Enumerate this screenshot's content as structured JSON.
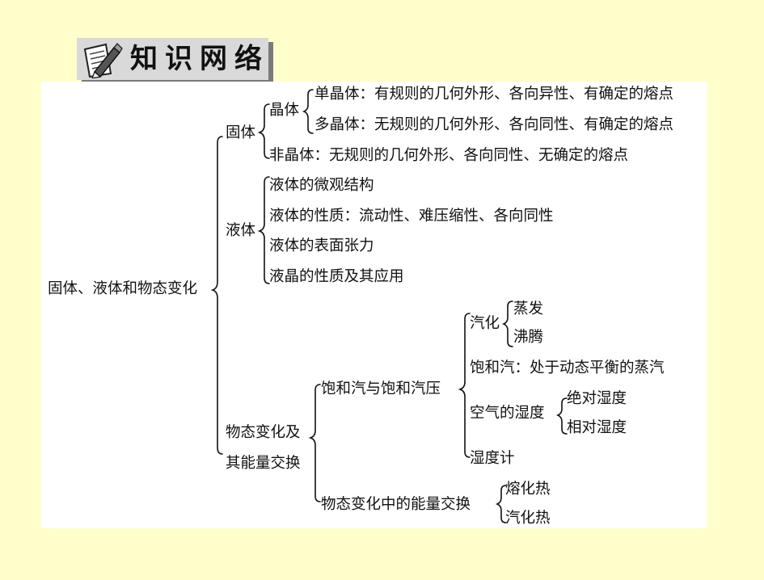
{
  "header": {
    "title": "知识网络",
    "icon": "pencil-notepad-icon"
  },
  "diagram": {
    "root": "固体、液体和物态变化",
    "solid": {
      "label": "固体",
      "crystal": {
        "label": "晶体",
        "single": "单晶体：有规则的几何外形、各向异性、有确定的熔点",
        "poly": "多晶体：无规则的几何外形、各向同性、有确定的熔点"
      },
      "amorphous": "非晶体：无规则的几何外形、各向同性、无确定的熔点"
    },
    "liquid": {
      "label": "液体",
      "items": [
        "液体的微观结构",
        "液体的性质：流动性、难压缩性、各向同性",
        "液体的表面张力",
        "液晶的性质及其应用"
      ]
    },
    "phase": {
      "label_line1": "物态变化及",
      "label_line2": "其能量交换",
      "saturation": {
        "label": "饱和汽与饱和汽压",
        "vaporization": {
          "label": "汽化",
          "items": [
            "蒸发",
            "沸腾"
          ]
        },
        "saturated_vapor": "饱和汽：处于动态平衡的蒸汽",
        "humidity": {
          "label": "空气的湿度",
          "items": [
            "绝对湿度",
            "相对湿度"
          ]
        },
        "hygrometer": "湿度计"
      },
      "energy": {
        "label": "物态变化中的能量交换",
        "items": [
          "熔化热",
          "汽化热"
        ]
      }
    }
  }
}
